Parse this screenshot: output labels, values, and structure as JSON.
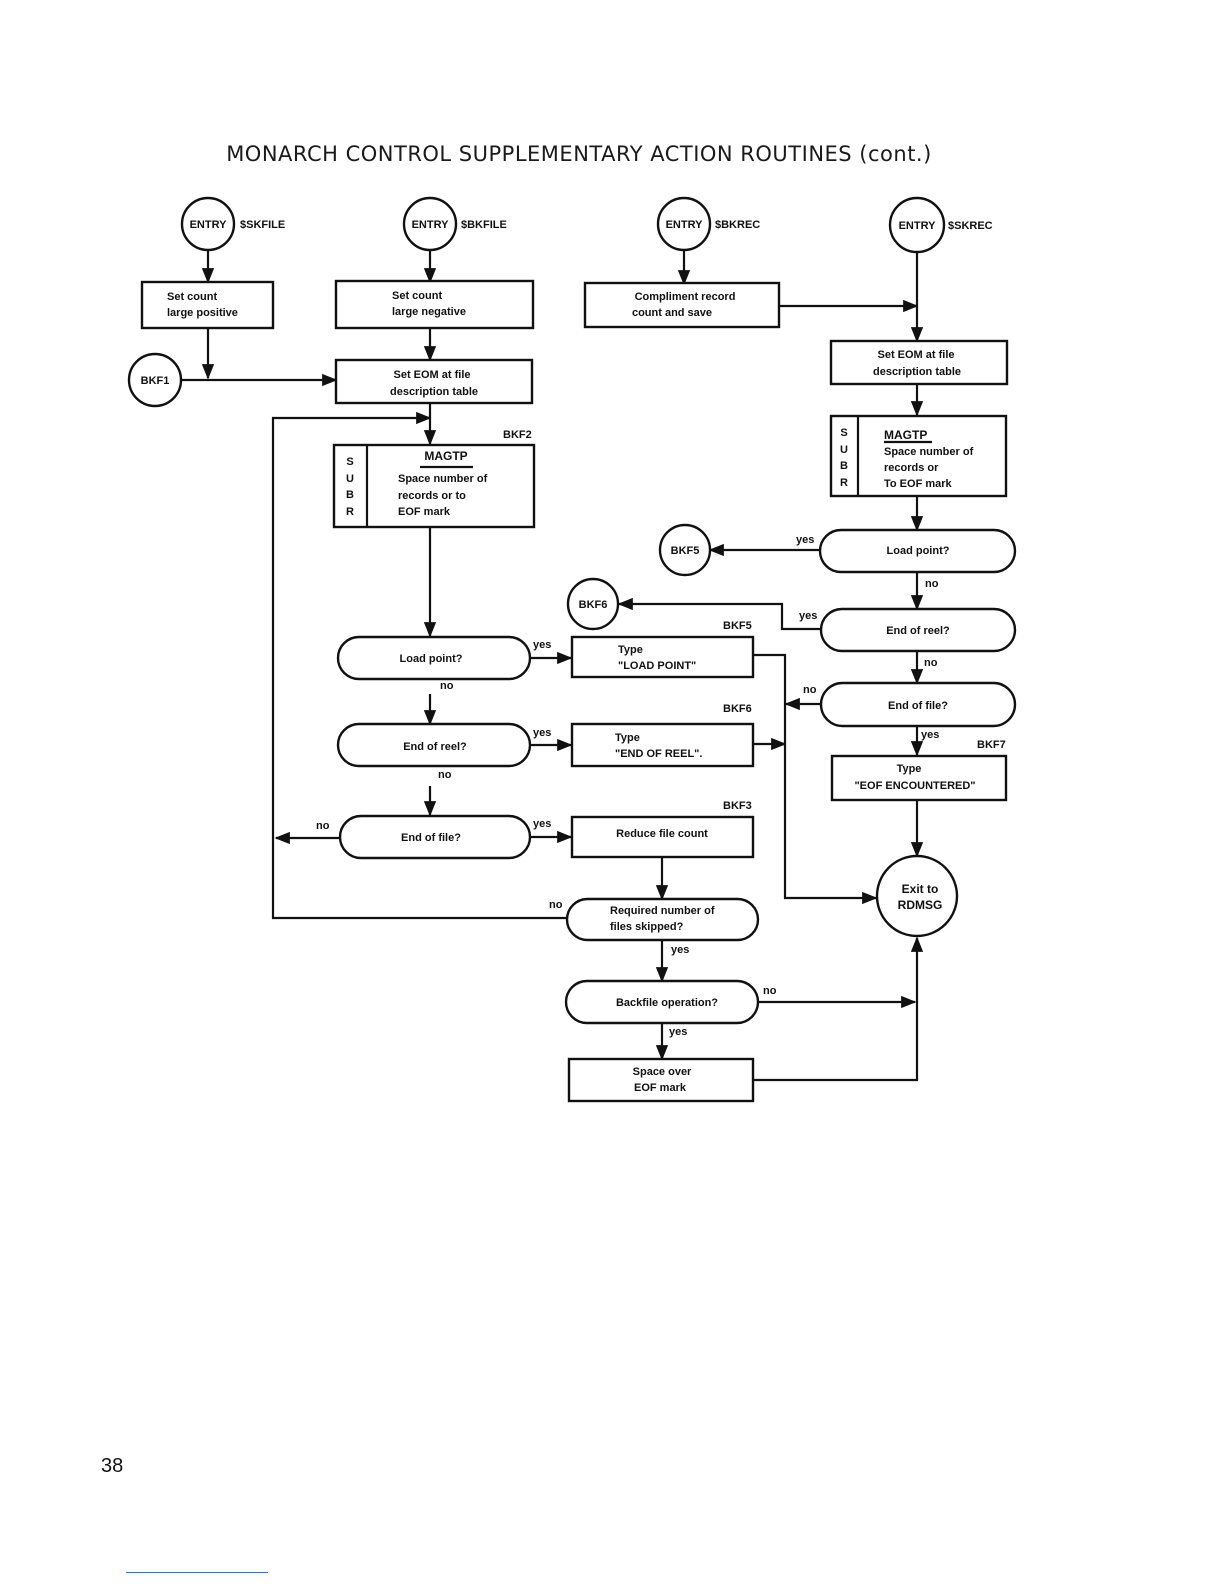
{
  "title": "MONARCH CONTROL SUPPLEMENTARY ACTION ROUTINES (cont.)",
  "page_number": "38",
  "entries": {
    "entry_word": "ENTRY",
    "skfile": "$SKFILE",
    "bkfile": "$BKFILE",
    "bkrec": "$BKREC",
    "skrec": "$SKREC"
  },
  "connectors": {
    "bkf1": "BKF1",
    "bkf5": "BKF5",
    "bkf6": "BKF6",
    "exit_line1": "Exit to",
    "exit_line2": "RDMSG"
  },
  "labels": {
    "bkf2": "BKF2",
    "bkf5": "BKF5",
    "bkf6": "BKF6",
    "bkf3": "BKF3",
    "bkf7": "BKF7"
  },
  "boxes": {
    "set_count_pos": [
      "Set count",
      "large positive"
    ],
    "set_count_neg": [
      "Set count",
      "large negative"
    ],
    "compliment": [
      "Compliment record",
      "count and save"
    ],
    "set_eom_left": [
      "Set EOM at file",
      "description table"
    ],
    "set_eom_right": [
      "Set EOM at file",
      "description table"
    ],
    "type_load_point": [
      "Type",
      "\"LOAD POINT\""
    ],
    "type_end_of_reel": [
      "Type",
      "\"END OF REEL\"."
    ],
    "reduce_file_count": [
      "Reduce file count"
    ],
    "type_eof": [
      "Type",
      "\"EOF ENCOUNTERED\""
    ],
    "space_over_eof": [
      "Space over",
      "EOF mark"
    ]
  },
  "subroutines": {
    "subr_letters": [
      "S",
      "U",
      "B",
      "R"
    ],
    "left": {
      "name": "MAGTP",
      "lines": [
        "Space number of",
        "records or to",
        "EOF mark"
      ]
    },
    "right": {
      "name": "MAGTP",
      "lines": [
        "Space number of",
        "records or",
        "To EOF mark"
      ]
    }
  },
  "decisions": {
    "load_point_left": "Load point?",
    "end_of_reel_left": "End of reel?",
    "end_of_file_left": "End of file?",
    "required_files": [
      "Required number of",
      "files skipped?"
    ],
    "backfile_op": "Backfile operation?",
    "load_point_right": "Load point?",
    "end_of_reel_right": "End of reel?",
    "end_of_file_right": "End of file?"
  },
  "branch_words": {
    "yes": "yes",
    "no": "no"
  }
}
